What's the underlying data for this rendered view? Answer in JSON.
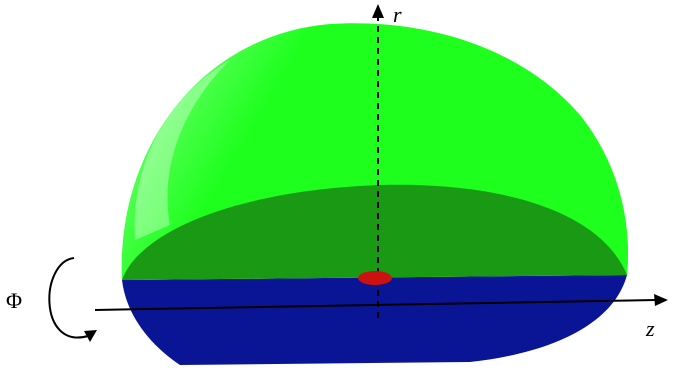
{
  "labels": {
    "r_axis": "r",
    "z_axis": "z",
    "rotation": "Φ"
  },
  "colors": {
    "dome": "#1eff1e",
    "dome_highlight": "#8cff8c",
    "inner_dome": "#1a9a14",
    "base_disk": "#0a1596",
    "center_marker": "#cc1111",
    "axis": "#000000"
  }
}
